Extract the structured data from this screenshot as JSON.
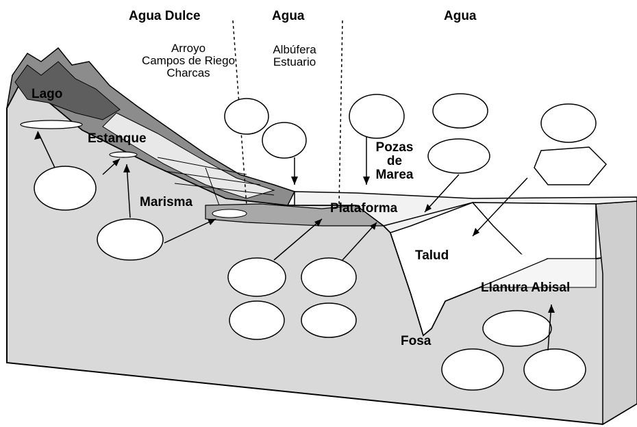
{
  "headers": {
    "fresh_water": "Agua Dulce",
    "brackish": "Agua",
    "marine": "Agua"
  },
  "fresh_water_environments": [
    "Arroyo",
    "Campos de Riego",
    "Charcas"
  ],
  "brackish_environments": [
    "Albúfera",
    "Estuario"
  ],
  "zones": {
    "lake": "Lago",
    "pond": "Estanque",
    "marsh": "Marisma",
    "tide_pools": [
      "Pozas",
      "de",
      "Marea"
    ],
    "platform": "Plataforma",
    "slope": "Talud",
    "abyssal_plain": "Llanura Abisal",
    "trench": "Fosa"
  }
}
